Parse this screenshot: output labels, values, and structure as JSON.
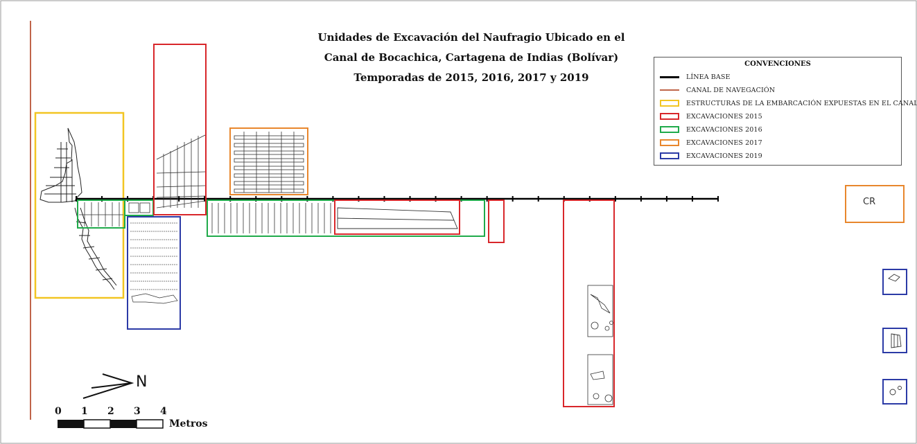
{
  "title": {
    "line1": "Unidades de Excavación del Naufragio Ubicado en el",
    "line2": "Canal de Bocachica, Cartagena de Indias (Bolívar)",
    "line3": "Temporadas de 2015, 2016, 2017 y 2019"
  },
  "legend": {
    "title": "CONVENCIONES",
    "items": [
      {
        "label": "LÍNEA BASE",
        "symbol": "line",
        "color": "#000000"
      },
      {
        "label": "CANAL DE NAVEGACIÓN",
        "symbol": "line",
        "color": "#c0654a"
      },
      {
        "label": "ESTRUCTURAS DE LA EMBARCACIÓN EXPUESTAS EN EL CANAL",
        "symbol": "box",
        "color": "#f2c522"
      },
      {
        "label": "EXCAVACIONES 2015",
        "symbol": "box",
        "color": "#d8262a"
      },
      {
        "label": "EXCAVACIONES 2016",
        "symbol": "box",
        "color": "#1faa4a"
      },
      {
        "label": "EXCAVACIONES 2017",
        "symbol": "box",
        "color": "#e8862c"
      },
      {
        "label": "EXCAVACIONES 2019",
        "symbol": "box",
        "color": "#2b3aa6"
      }
    ]
  },
  "scale_bar": {
    "ticks": [
      "0",
      "1",
      "2",
      "3",
      "4"
    ],
    "unit": "Metros"
  },
  "north_arrow": {
    "letter": "N"
  },
  "detail_labels": {
    "orange_small_unit": "CR"
  }
}
